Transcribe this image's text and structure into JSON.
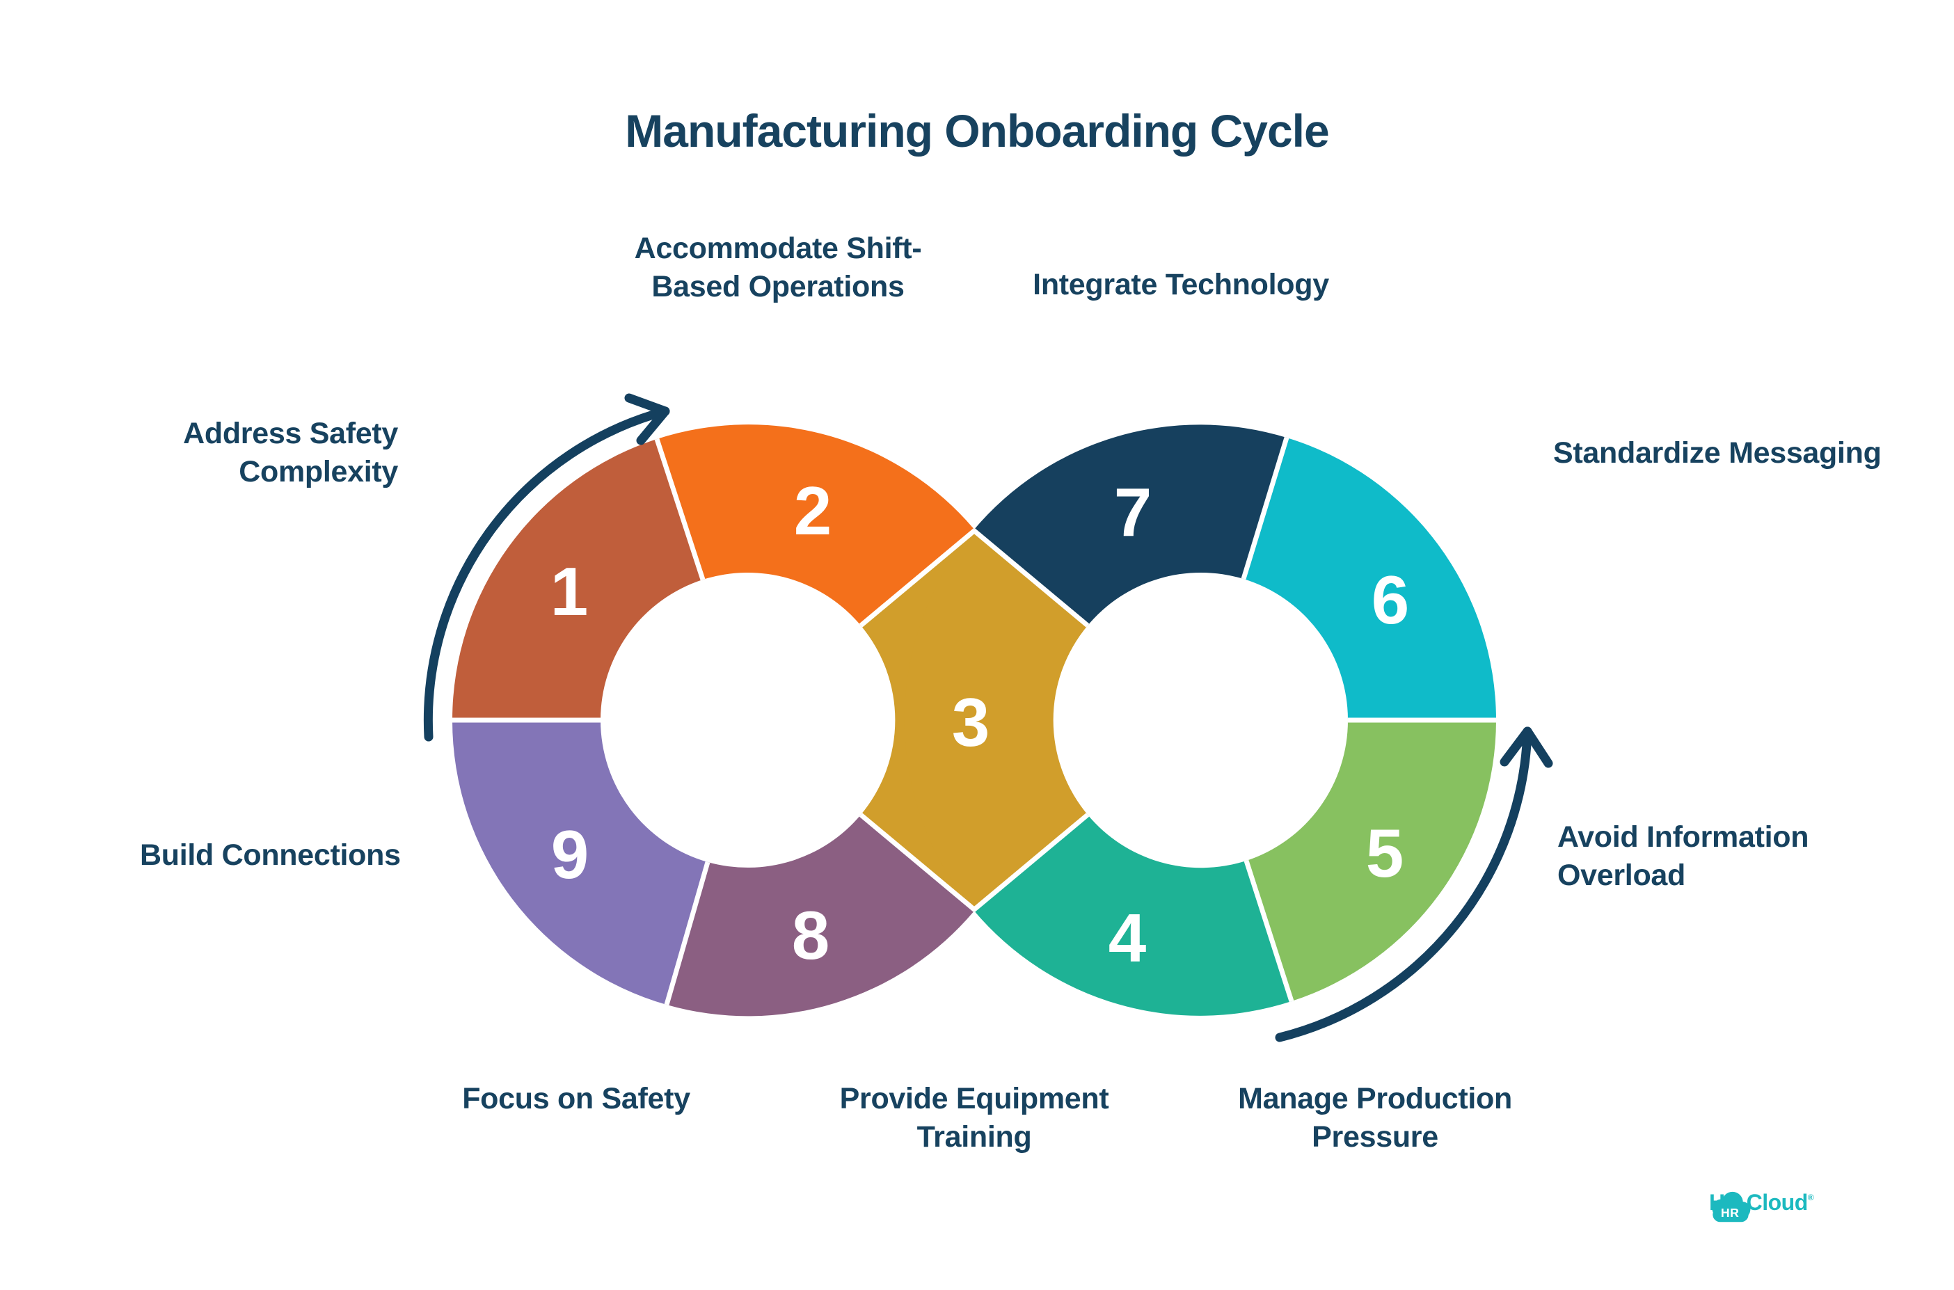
{
  "title": "Manufacturing Onboarding Cycle",
  "segments": [
    {
      "number": "1",
      "color": "#C05E3B",
      "lines": [
        "Address Safety",
        "Complexity"
      ]
    },
    {
      "number": "2",
      "color": "#F4701B",
      "lines": [
        "Accommodate Shift-",
        "Based Operations"
      ]
    },
    {
      "number": "3",
      "color": "#D19E2B",
      "lines": [
        "Provide Equipment",
        "Training"
      ]
    },
    {
      "number": "4",
      "color": "#1EB295",
      "lines": [
        "Manage Production",
        "Pressure"
      ]
    },
    {
      "number": "5",
      "color": "#87C160",
      "lines": [
        "Avoid Information",
        "Overload"
      ]
    },
    {
      "number": "6",
      "color": "#0FBBC9",
      "lines": [
        "Standardize Messaging"
      ]
    },
    {
      "number": "7",
      "color": "#16405E",
      "lines": [
        "Integrate Technology"
      ]
    },
    {
      "number": "8",
      "color": "#8B5F82",
      "lines": [
        "Focus on Safety"
      ]
    },
    {
      "number": "9",
      "color": "#8375B7",
      "lines": [
        "Build Connections"
      ]
    }
  ],
  "colors": {
    "text": "#17425F",
    "arrow": "#14405F",
    "separator": "#FFFFFF",
    "number": "#FFFFFF",
    "background": "#FFFFFF",
    "logo": "#1CB9BF"
  },
  "logo": {
    "badge": "HR",
    "brand": "HR Cloud",
    "registered": "®"
  }
}
